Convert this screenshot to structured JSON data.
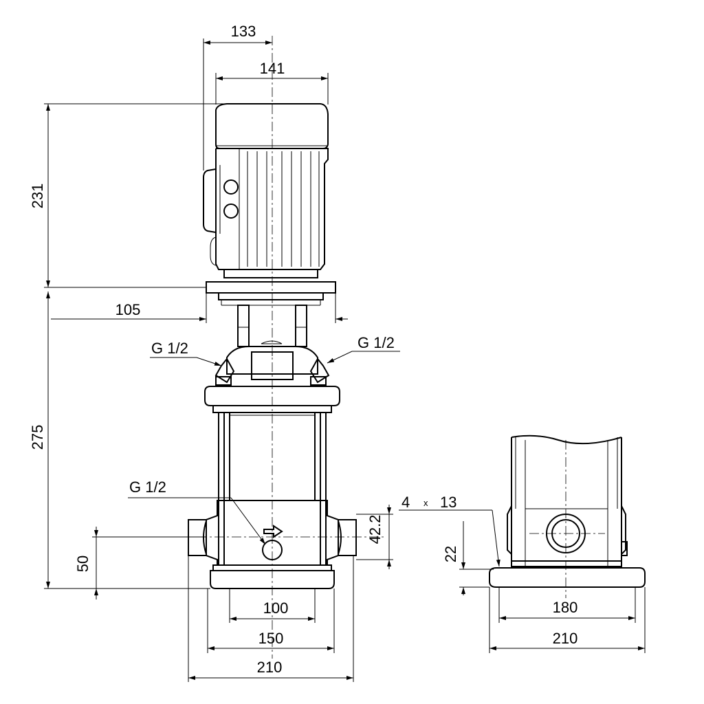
{
  "dimensions": {
    "motor_housing_width": "133",
    "motor_fan_width": "141",
    "motor_height": "231",
    "pump_height": "275",
    "flange_offset": "105",
    "inlet_axis_height": "50",
    "port_offset": "42.2",
    "bolt_spacing_front": "100",
    "base_inner_front": "150",
    "base_width_front": "210",
    "side_base_height": "22",
    "bolt_spacing_side": "180",
    "base_width_side": "210"
  },
  "labels": {
    "plug_left": "G 1/2",
    "plug_right": "G 1/2",
    "drain_plug": "G 1/2",
    "bolt_hole_count": "4",
    "bolt_hole_times": "x",
    "bolt_hole_size": "13"
  }
}
